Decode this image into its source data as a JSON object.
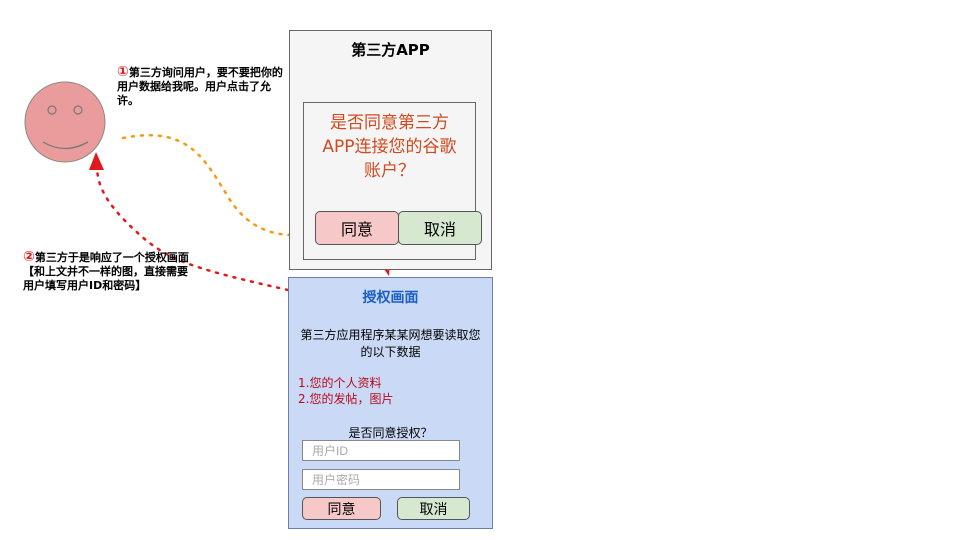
{
  "app": {
    "title": "第三方APP",
    "consent_question": "是否同意第三方APP连接您的谷歌账户？",
    "agree_label": "同意",
    "cancel_label": "取消"
  },
  "auth_page": {
    "title": "授权画面",
    "description": "第三方应用程序某某网想要读取您的以下数据",
    "permissions": [
      "1.您的个人资料",
      "2.您的发帖，图片"
    ],
    "question": "是否同意授权？",
    "user_id_placeholder": "用户ID",
    "password_placeholder": "用户密码",
    "agree_label": "同意",
    "cancel_label": "取消"
  },
  "notes": {
    "step1_number": "①",
    "step1_text": "第三方询问用户，要不要把你的用户数据给我呢。用户点击了允许。",
    "step2_number": "②",
    "step2_text": "第三方于是响应了一个授权画面【和上文并不一样的图，直接需要用户填写用户ID和密码】"
  },
  "colors": {
    "face_fill": "#ea9c9c",
    "consent_text": "#d04a1f",
    "auth_bg": "#cad9f5",
    "auth_title": "#1b5fc4",
    "permission_text": "#b80a1a",
    "arrow_orange": "#f39c12",
    "arrow_red": "#e0191f"
  }
}
